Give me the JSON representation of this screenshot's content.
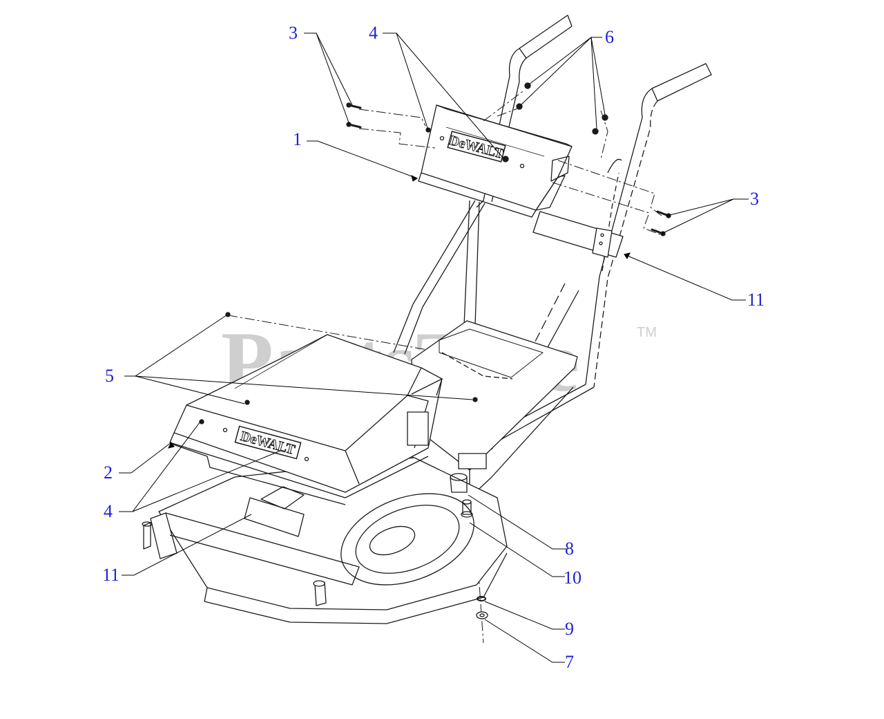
{
  "colors": {
    "callout_number": "#1f1fd6",
    "leader_line": "#000000",
    "line_art": "#1a1a1a",
    "watermark": "#cfcfcf"
  },
  "watermark": {
    "text": "PartsTree",
    "trademark": "TM"
  },
  "brand_badges": {
    "upper": "DeWALT",
    "lower": "DeWALT"
  },
  "callouts": [
    {
      "id": "c3a",
      "number": "3"
    },
    {
      "id": "c4a",
      "number": "4"
    },
    {
      "id": "c6",
      "number": "6"
    },
    {
      "id": "c1",
      "number": "1"
    },
    {
      "id": "c3b",
      "number": "3"
    },
    {
      "id": "c11a",
      "number": "11"
    },
    {
      "id": "c5",
      "number": "5"
    },
    {
      "id": "c2",
      "number": "2"
    },
    {
      "id": "c4b",
      "number": "4"
    },
    {
      "id": "c8",
      "number": "8"
    },
    {
      "id": "c11b",
      "number": "11"
    },
    {
      "id": "c10",
      "number": "10"
    },
    {
      "id": "c9",
      "number": "9"
    },
    {
      "id": "c7",
      "number": "7"
    }
  ]
}
